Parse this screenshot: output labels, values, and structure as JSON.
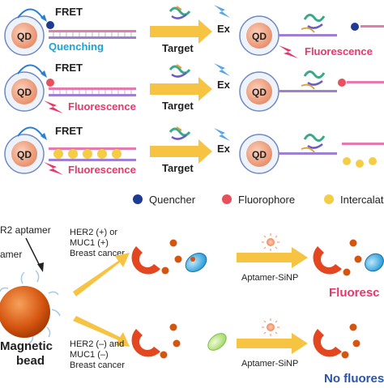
{
  "rows": [
    {
      "fret_label": "FRET",
      "status_label": "Quenching",
      "arrow_label": "Target",
      "ex_label": "Ex",
      "result_label": "Fluorescence"
    },
    {
      "fret_label": "FRET",
      "status_label": "Fluorescence",
      "arrow_label": "Target",
      "ex_label": "Ex"
    },
    {
      "fret_label": "FRET",
      "status_label": "Fluorescence",
      "arrow_label": "Target",
      "ex_label": "Ex"
    }
  ],
  "qd_label": "QD",
  "legend": [
    {
      "label": "Quencher",
      "color": "#1f3a93"
    },
    {
      "label": "Fluorophore",
      "color": "#e8505b"
    },
    {
      "label": "Intercalat",
      "color": "#f5cd45"
    }
  ],
  "bottom": {
    "aptamer_top": "R2 aptamer",
    "aptamer_side": "amer",
    "bead_label_1": "Magnetic",
    "bead_label_2": "bead",
    "positive_text": [
      "HER2 (+) or",
      "MUC1 (+)",
      "Breast cancer"
    ],
    "negative_text": [
      "HER2 (–) and",
      "MUC1 (–)",
      "Breast cancer"
    ],
    "probe_label_top": "Aptamer-SiNP",
    "probe_label_bottom": "Aptamer-SiNP",
    "result_top": "Fluoresc",
    "result_bottom": "No fluores"
  },
  "colors": {
    "blue_text": "#1aa3d9",
    "pink_text": "#e8376b",
    "navy_text": "#2a55a8",
    "qd_fill": "#f0a98a",
    "arrow_fill": "#f6c342",
    "magnet": "#e4471f"
  }
}
